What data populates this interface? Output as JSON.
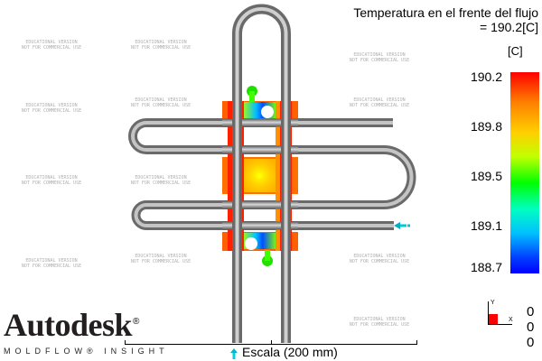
{
  "result": {
    "title_line1": "Temperatura en el frente del flujo",
    "title_line2": "= 190.2[C]",
    "units": "[C]"
  },
  "legend": {
    "labels": [
      "190.2",
      "189.8",
      "189.5",
      "189.1",
      "188.7"
    ],
    "max_color": "#ff0000",
    "min_color": "#0000ff"
  },
  "triad": {
    "axis_y": "Y",
    "axis_x": "X",
    "rotation_values": [
      "0",
      "0",
      "0"
    ]
  },
  "scale": {
    "label": "Escala (200 mm)"
  },
  "logo": {
    "brand": "Autodesk",
    "registered": "®",
    "product": "MOLDFLOW® INSIGHT"
  },
  "watermark": {
    "line1": "EDUCATIONAL VERSION",
    "line2": "NOT FOR COMMERCIAL USE"
  }
}
